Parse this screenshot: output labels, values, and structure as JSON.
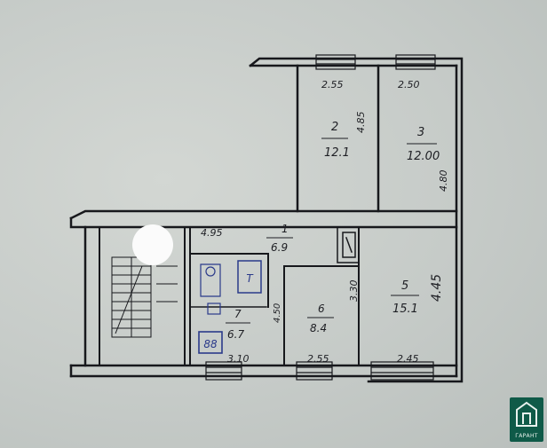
{
  "rooms": [
    {
      "number": "1",
      "area": "6.9"
    },
    {
      "number": "2",
      "area": "12.1"
    },
    {
      "number": "3",
      "area": "12.00"
    },
    {
      "number": "5",
      "area": "15.1"
    },
    {
      "number": "6",
      "area": "8.4"
    },
    {
      "number": "7",
      "area": "6.7"
    }
  ],
  "dimensions": [
    "2.55",
    "2.50",
    "4.85",
    "4.80",
    "4.95",
    "3.30",
    "4.50",
    "4.45",
    "3.10",
    "2.55",
    "2.45"
  ],
  "fixtures": {
    "stove_label": "88",
    "bath_label": "T"
  },
  "logo": {
    "text": "ГАРАНТ"
  },
  "colors": {
    "ink": "#17181c",
    "fixture": "#2a3a8a",
    "logo_bg": "#0f5a48"
  }
}
